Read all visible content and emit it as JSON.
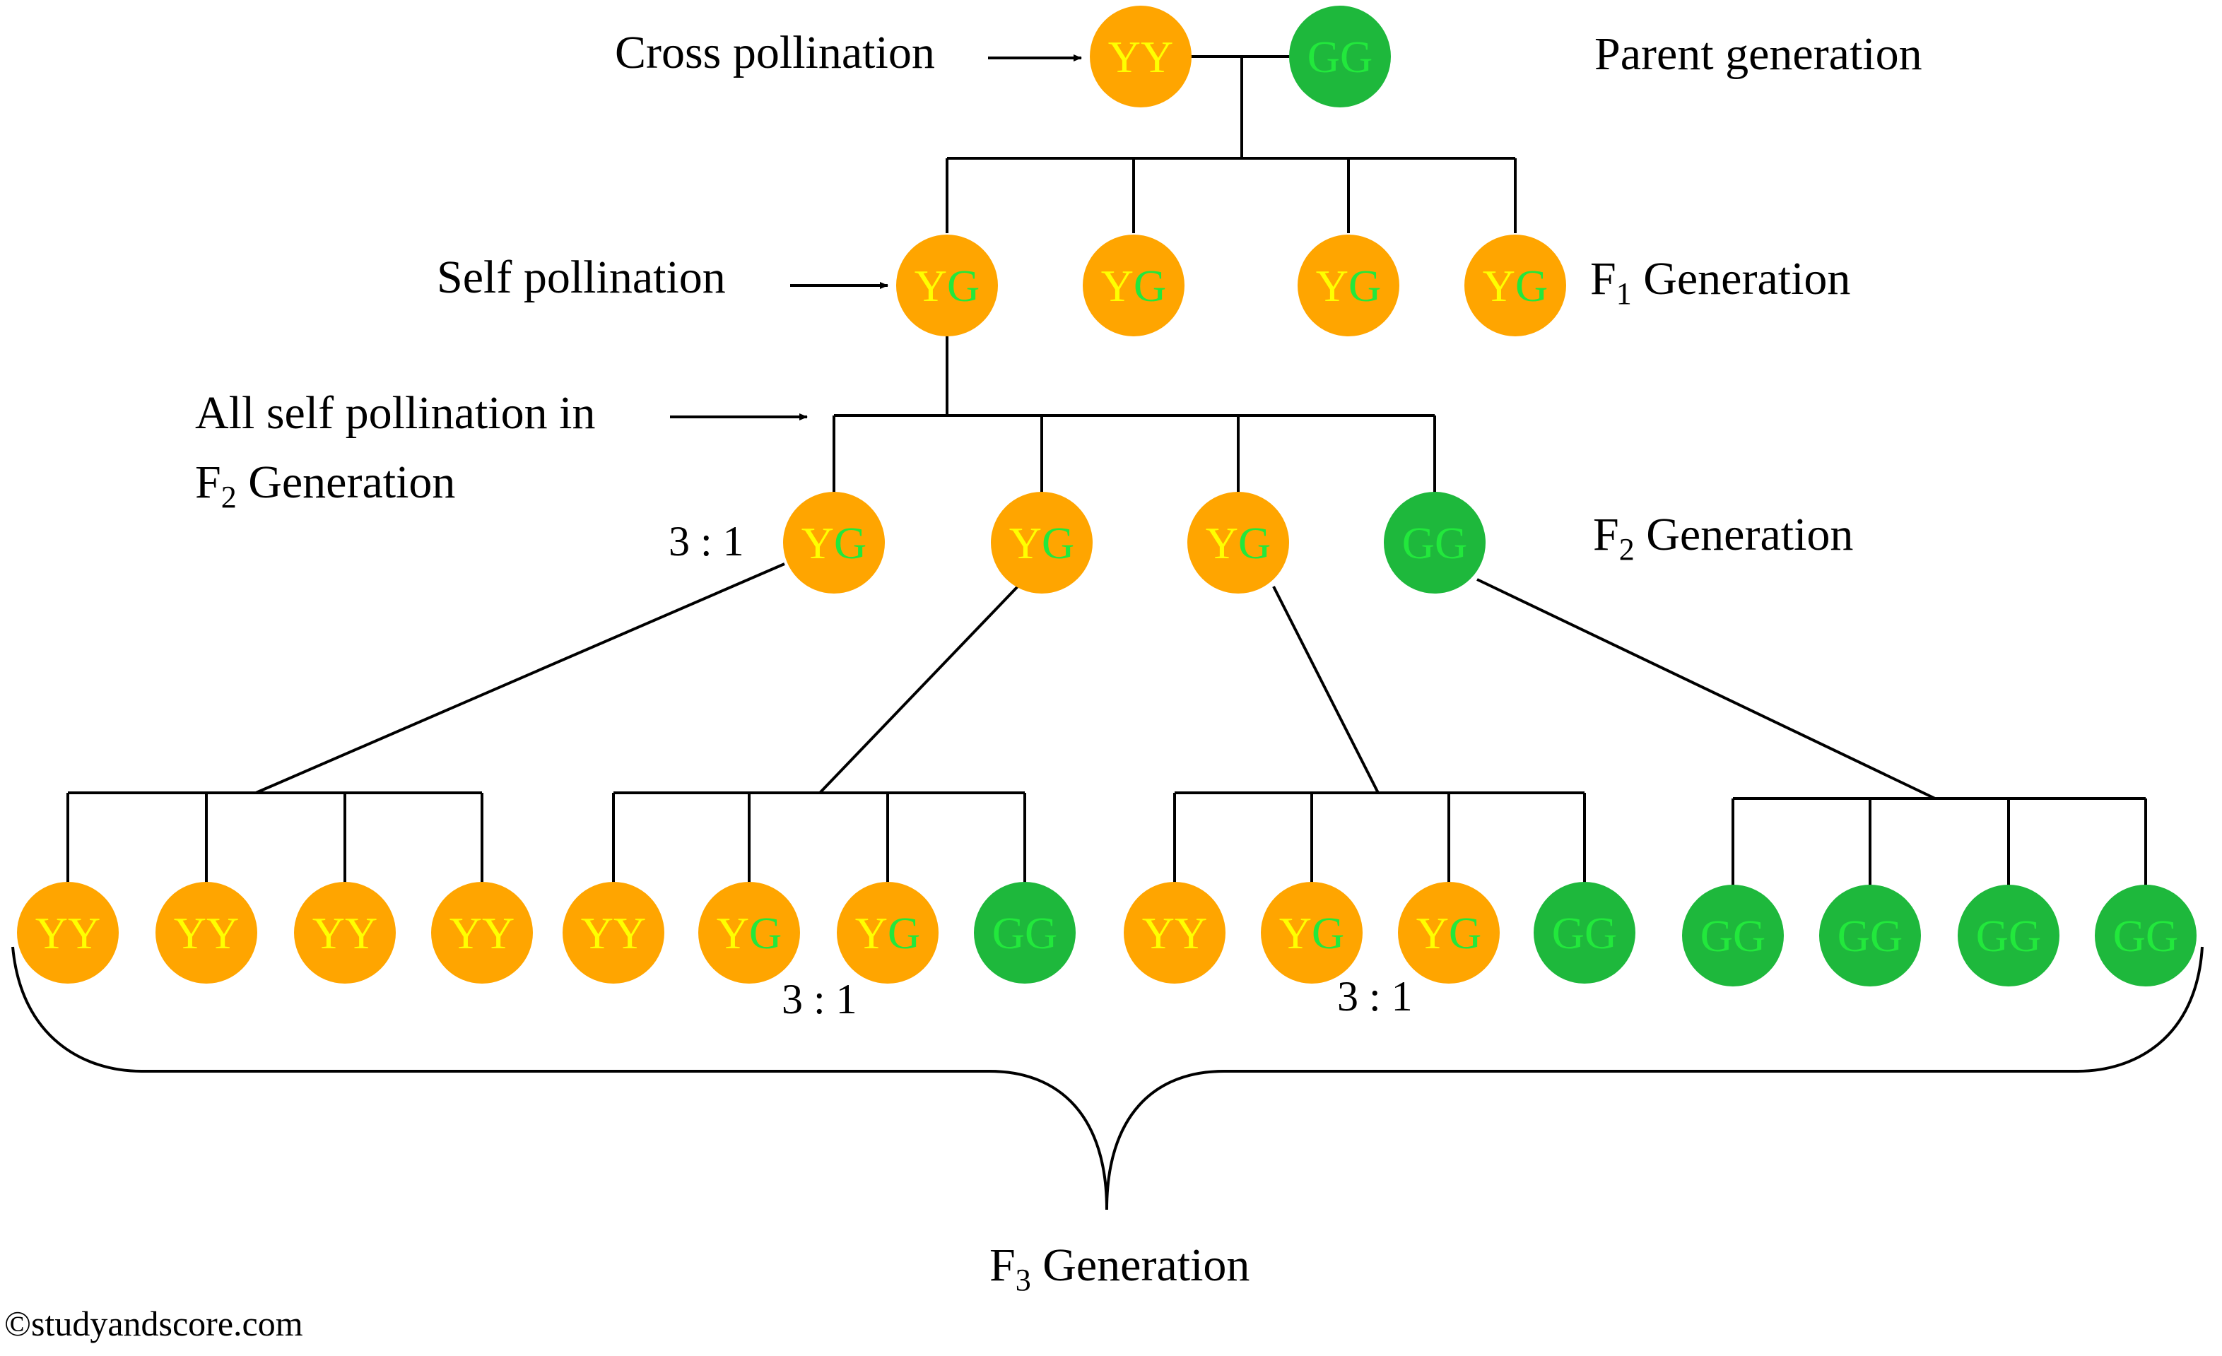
{
  "colors": {
    "yellow_circle": "#FFA500",
    "green_circle": "#1EB83C",
    "yellow_text": "#FFFF00",
    "green_text": "#22E83C",
    "line": "#000000"
  },
  "labels": {
    "cross_pollination": "Cross pollination",
    "parent_generation": "Parent generation",
    "self_pollination": "Self pollination",
    "f1_letter": "F",
    "f1_sub": "1",
    "f1_rest": " Generation",
    "all_self_line1": "All self pollination in",
    "all_self_f": "F",
    "all_self_sub": "2",
    "all_self_rest": " Generation",
    "f2_letter": "F",
    "f2_sub": "2",
    "f2_rest": " Generation",
    "ratio_f2": "3 : 1",
    "ratio_f3_left": "3 : 1",
    "ratio_f3_right": "3 : 1",
    "f3_letter": "F",
    "f3_sub": "3",
    "f3_rest": " Generation",
    "copyright": "©studyandscore.com"
  },
  "generations": {
    "parent": [
      "YY",
      "GG"
    ],
    "f1": [
      "YG",
      "YG",
      "YG",
      "YG"
    ],
    "f2": [
      "YG",
      "YG",
      "YG",
      "GG"
    ],
    "f3": [
      [
        "YY",
        "YY",
        "YY",
        "YY"
      ],
      [
        "YY",
        "YG",
        "YG",
        "GG"
      ],
      [
        "YY",
        "YG",
        "YG",
        "GG"
      ],
      [
        "GG",
        "GG",
        "GG",
        "GG"
      ]
    ]
  }
}
